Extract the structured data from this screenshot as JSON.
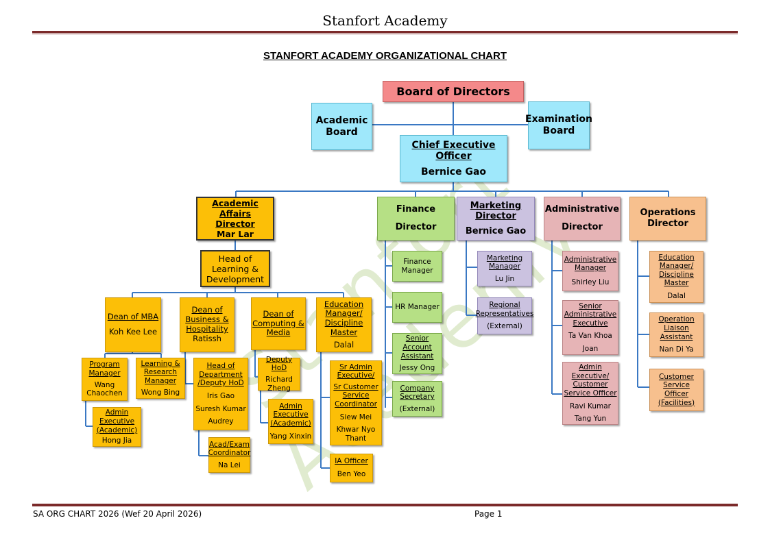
{
  "header": {
    "org_name": "Stanfort Academy"
  },
  "title": "STANFORT ACADEMY ORGANIZATIONAL CHART",
  "watermark": "Stanfort Academy",
  "colors": {
    "board": "#f4898a",
    "advisory": "#9fe8fb",
    "academic": "#fcbf07",
    "finance": "#b6e085",
    "marketing": "#cbc2e0",
    "admin": "#e6b4b6",
    "operations": "#f7c08e",
    "rule": "#7b2a2a"
  },
  "top": {
    "board": {
      "title": "Board of Directors"
    },
    "academic_board": {
      "line1": "Academic",
      "line2": "Board"
    },
    "exam_board": {
      "line1": "Examination",
      "line2": "Board"
    },
    "ceo": {
      "title": "Chief Executive Officer",
      "name": "Bernice Gao"
    }
  },
  "directors": {
    "academic": {
      "line1": "Academic Affairs",
      "line2": "Director",
      "name": "Mar Lar"
    },
    "finance": {
      "line1": "Finance",
      "line2": "Director"
    },
    "marketing": {
      "line1": "Marketing",
      "line2": "Director",
      "name": "Bernice Gao"
    },
    "admin": {
      "line1": "Administrative",
      "line2": "Director"
    },
    "operations": {
      "line1": "Operations",
      "line2": "Director"
    }
  },
  "academic": {
    "head": {
      "line1": "Head of",
      "line2": "Learning &",
      "line3": "Development"
    },
    "dean_mba": {
      "title": "Dean of MBA",
      "name": "Koh Kee Lee"
    },
    "dean_bh": {
      "line1": "Dean of",
      "line2": "Business &",
      "line3": "Hospitality",
      "name": "Ratissh"
    },
    "dean_cm": {
      "line1": "Dean of",
      "line2": "Computing &",
      "line3": "Media"
    },
    "edu_mgr": {
      "line1": "Education",
      "line2": "Manager/",
      "line3": "Discipline",
      "line4": "Master",
      "name": "Dalal"
    },
    "prog_mgr": {
      "line1": "Program",
      "line2": "Manager",
      "name1": "Wang",
      "name2": "Chaochen"
    },
    "lr_mgr": {
      "line1": "Learning &",
      "line2": "Research",
      "line3": "Manager",
      "name": "Wong Bing"
    },
    "admin_exec_1": {
      "line1": "Admin",
      "line2": "Executive",
      "line3": "(Academic)",
      "name": "Hong Jia"
    },
    "hod": {
      "line1": "Head of",
      "line2": "Department",
      "line3": "/Deputy HoD",
      "name1": "Iris Gao",
      "name2": "Suresh Kumar",
      "name3": "Audrey"
    },
    "acad_exam": {
      "line1": "Acad/Exam",
      "line2": "Coordinator",
      "name": "Na Lei"
    },
    "deputy_hod": {
      "line1": "Deputy HoD",
      "name1": "Richard",
      "name2": "Zheng"
    },
    "admin_exec_2": {
      "line1": "Admin",
      "line2": "Executive",
      "line3": "(Academic)",
      "name": "Yang Xinxin"
    },
    "sr_admin": {
      "line1": "Sr Admin",
      "line2": "Executive/",
      "line3": "Sr Customer",
      "line4": "Service",
      "line5": "Coordinator",
      "name1": "Siew Mei",
      "name2": "Khwar Nyo",
      "name3": "Thant"
    },
    "ia_officer": {
      "line1": "IA Officer",
      "name": "Ben Yeo"
    }
  },
  "finance": {
    "fin_mgr": {
      "line1": "Finance",
      "line2": "Manager"
    },
    "hr_mgr": {
      "title": "HR Manager"
    },
    "sr_acct": {
      "line1": "Senior",
      "line2": "Account",
      "line3": "Assistant",
      "name": "Jessy Ong"
    },
    "co_sec": {
      "line1": "Company",
      "line2": "Secretary",
      "note": "(External)"
    }
  },
  "marketing": {
    "mkt_mgr": {
      "line1": "Marketing",
      "line2": "Manager",
      "name": "Lu Jin"
    },
    "regional": {
      "line1": "Regional",
      "line2": "Representatives",
      "note": "(External)"
    }
  },
  "admin": {
    "adm_mgr": {
      "line1": "Administrative",
      "line2": "Manager",
      "name": "Shirley Liu"
    },
    "sr_adm": {
      "line1": "Senior",
      "line2": "Administrative",
      "line3": "Executive",
      "name1": "Ta Van Khoa",
      "name2": "Joan"
    },
    "adm_exec": {
      "line1": "Admin",
      "line2": "Executive/",
      "line3": "Customer",
      "line4": "Service Officer",
      "name1": "Ravi Kumar",
      "name2": "Tang Yun"
    }
  },
  "operations": {
    "edu_mgr": {
      "line1": "Education",
      "line2": "Manager/",
      "line3": "Discipline",
      "line4": "Master",
      "name": "Dalal"
    },
    "liaison": {
      "line1": "Operation",
      "line2": "Liaison",
      "line3": "Assistant",
      "name": "Nan Di Ya"
    },
    "cso": {
      "line1": "Customer",
      "line2": "Service Officer",
      "line3": "(Facilities)"
    }
  },
  "footer": {
    "left": "SA ORG CHART 2026 (Wef 20 April 2026)",
    "right": "Page 1"
  }
}
